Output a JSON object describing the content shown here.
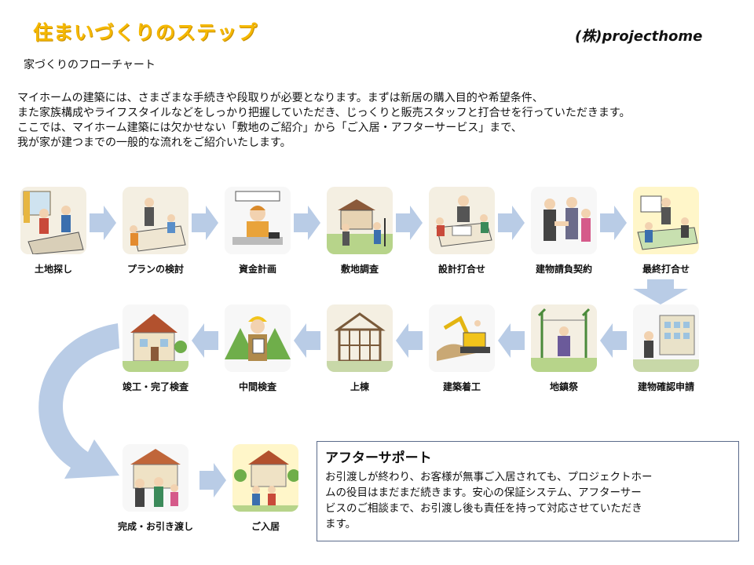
{
  "header": {
    "title": "住まいづくりのステップ",
    "company": "(株)projecthome",
    "subtitle": "家づくりのフローチャート"
  },
  "intro": [
    "マイホームの建築には、さまざまな手続きや段取りが必要となります。まずは新居の購入目的や希望条件、",
    "また家族構成やライフスタイルなどをしっかり把握していただき、じっくりと販売スタッフと打合せを行っていただきます。",
    "ここでは、マイホーム建築には欠かせない「敷地のご紹介」から「ご入居・アフターサービス」まで、",
    "我が家が建つまでの一般的な流れをご紹介いたします。"
  ],
  "steps": [
    {
      "label": "土地探し",
      "icon": "land-search-icon"
    },
    {
      "label": "プランの検討",
      "icon": "plan-review-icon"
    },
    {
      "label": "資金計画",
      "icon": "funding-plan-icon"
    },
    {
      "label": "敷地調査",
      "icon": "site-survey-icon"
    },
    {
      "label": "設計打合せ",
      "icon": "design-meeting-icon"
    },
    {
      "label": "建物請負契約",
      "icon": "contract-icon"
    },
    {
      "label": "最終打合せ",
      "icon": "final-meeting-icon"
    },
    {
      "label": "建物確認申請",
      "icon": "building-permit-icon"
    },
    {
      "label": "地鎮祭",
      "icon": "groundbreaking-icon"
    },
    {
      "label": "建築着工",
      "icon": "excavator-icon"
    },
    {
      "label": "上棟",
      "icon": "framing-icon"
    },
    {
      "label": "中間検査",
      "icon": "inspector-icon"
    },
    {
      "label": "竣工・完了検査",
      "icon": "completed-house-icon"
    },
    {
      "label": "完成・お引き渡し",
      "icon": "handover-icon"
    },
    {
      "label": "ご入居",
      "icon": "move-in-icon"
    }
  ],
  "support": {
    "heading": "アフターサポート",
    "lines": [
      "お引渡しが終わり、お客様が無事ご入居されても、プロジェクトホー",
      "ムの役目はまだまだ続きます。安心の保証システム、アフターサー",
      "ビスのご相談まで、お引渡し後も責任を持って対応させていただき",
      "ます。"
    ]
  },
  "colors": {
    "title": "#f5b800",
    "arrow": "#b9cce6",
    "border": "#5a6a8a"
  }
}
